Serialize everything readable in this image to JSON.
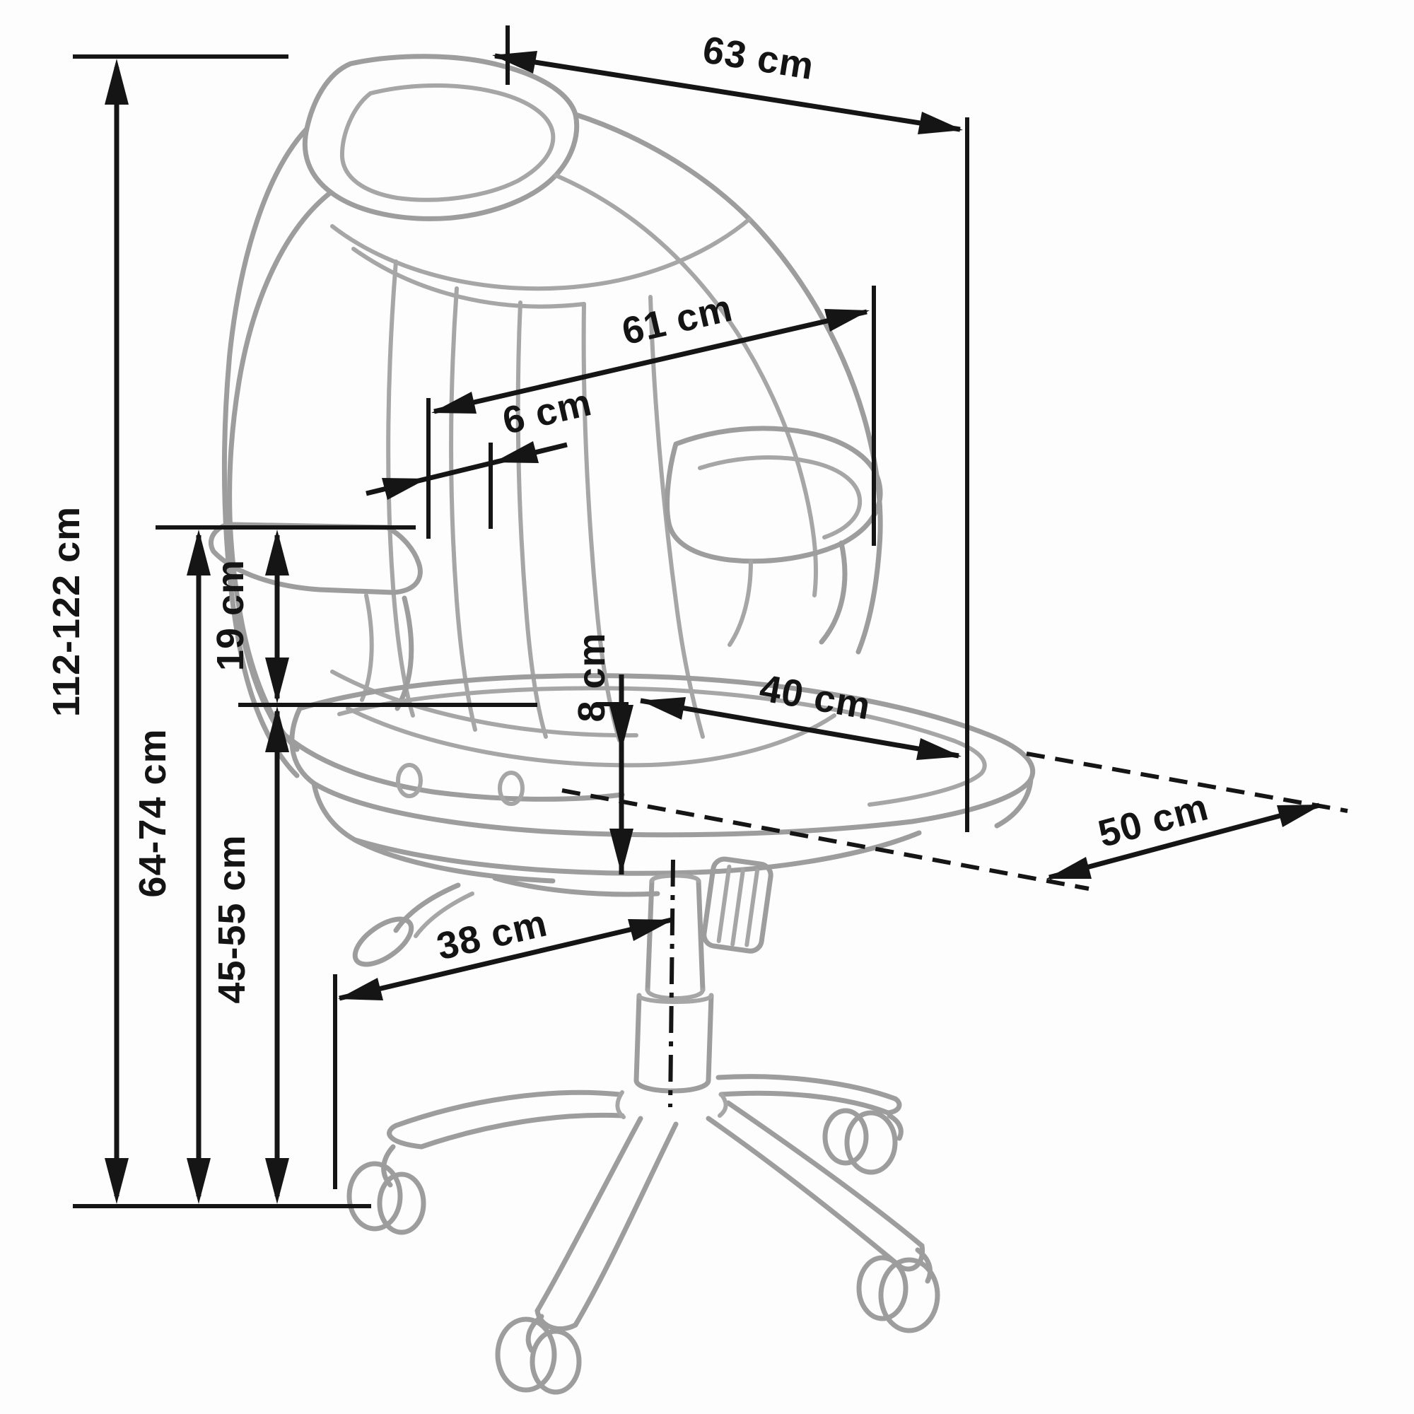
{
  "title": "Office chair dimension diagram",
  "drawing": {
    "subject": "swivel office chair with armrests, headrest and five-star caster base, three-quarter view",
    "style": "technical line drawing with dimension arrows"
  },
  "units": "cm",
  "dims": [
    {
      "id": "total-height",
      "label": "112-122 cm"
    },
    {
      "id": "armrest-floor-height",
      "label": "64-74 cm"
    },
    {
      "id": "armrest-seat-height",
      "label": "19 cm"
    },
    {
      "id": "seat-floor-height",
      "label": "45-55 cm"
    },
    {
      "id": "backrest-width",
      "label": "63 cm"
    },
    {
      "id": "backrest-height",
      "label": "61 cm"
    },
    {
      "id": "backrest-thickness",
      "label": "6 cm"
    },
    {
      "id": "seat-cushion-thickness",
      "label": "8 cm"
    },
    {
      "id": "seat-width",
      "label": "40 cm"
    },
    {
      "id": "seat-depth",
      "label": "50 cm"
    },
    {
      "id": "base-leg-radius",
      "label": "38 cm"
    }
  ],
  "colors": {
    "dimension_lines": "#151515",
    "chair_outline": "#9d9d9d",
    "background": "#fdfdfd"
  }
}
